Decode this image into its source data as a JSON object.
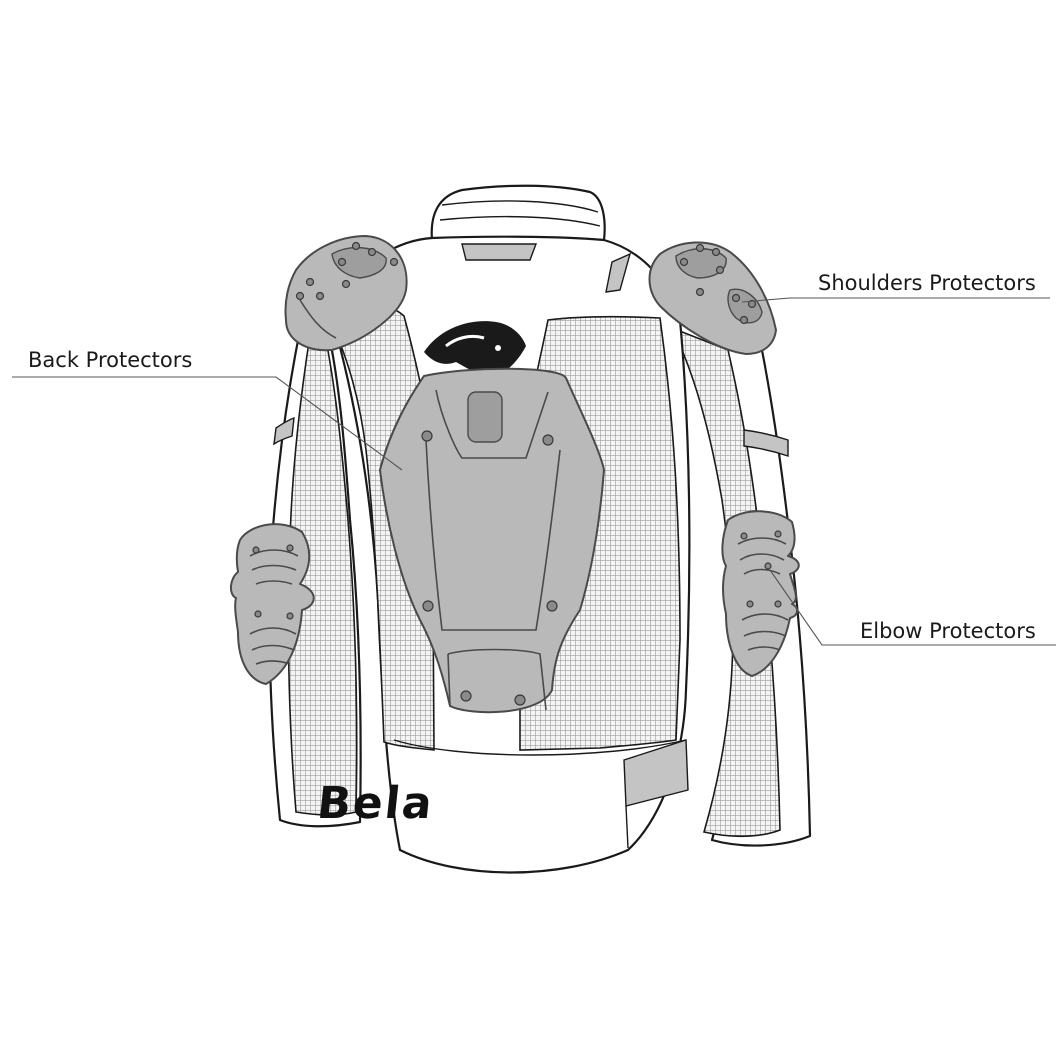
{
  "labels": {
    "shoulders": "Shoulders Protectors",
    "back": "Back Protectors",
    "elbow": "Elbow Protectors"
  },
  "brand": "Bela",
  "colors": {
    "outline": "#1a1a1a",
    "armor": "#b9b9b9",
    "mesh": "#8c8c8c",
    "background": "#ffffff"
  },
  "icons": [
    "bear-logo-icon"
  ]
}
